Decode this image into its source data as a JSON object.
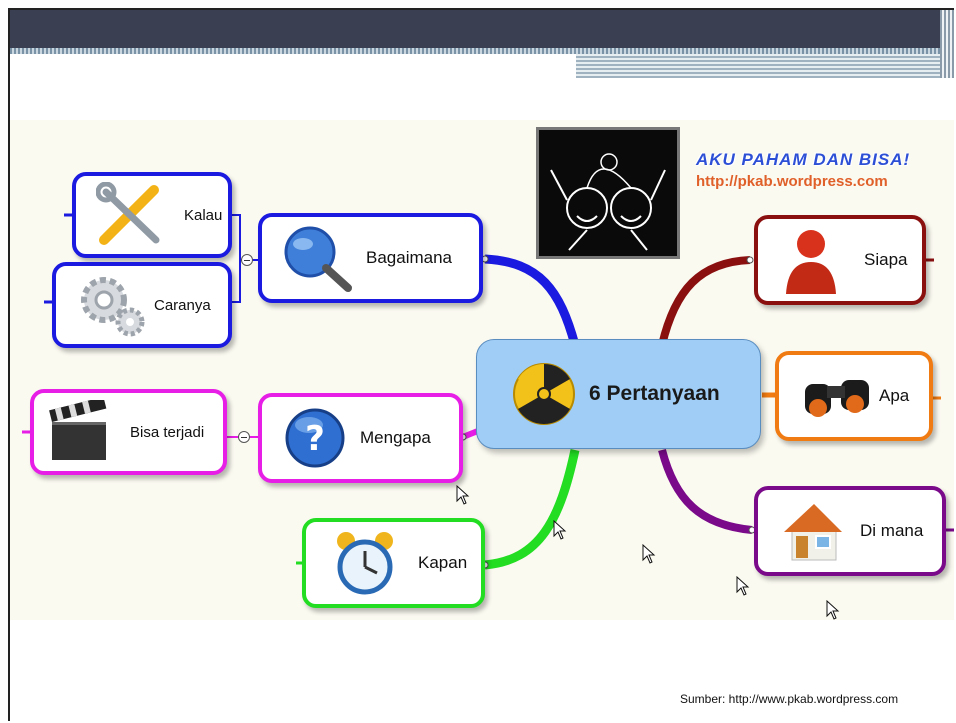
{
  "center": {
    "label": "6 Pertanyaan"
  },
  "branding": {
    "title": "AKU PAHAM DAN BISA!",
    "url": "http://pkab.wordpress.com"
  },
  "nodes": {
    "bagaimana": {
      "label": "Bagaimana",
      "color": "#1a1ae0"
    },
    "kalau": {
      "label": "Kalau",
      "color": "#1a1ae0"
    },
    "caranya": {
      "label": "Caranya",
      "color": "#1a1ae0"
    },
    "mengapa": {
      "label": "Mengapa",
      "color": "#e61ee6"
    },
    "bisa_terjadi": {
      "label": "Bisa terjadi",
      "color": "#e61ee6"
    },
    "kapan": {
      "label": "Kapan",
      "color": "#22dd22"
    },
    "siapa": {
      "label": "Siapa",
      "color": "#8a1010"
    },
    "apa": {
      "label": "Apa",
      "color": "#f07b12"
    },
    "di_mana": {
      "label": "Di mana",
      "color": "#7a0a8a"
    }
  },
  "source": "Sumber: http://www.pkab.wordpress.com"
}
